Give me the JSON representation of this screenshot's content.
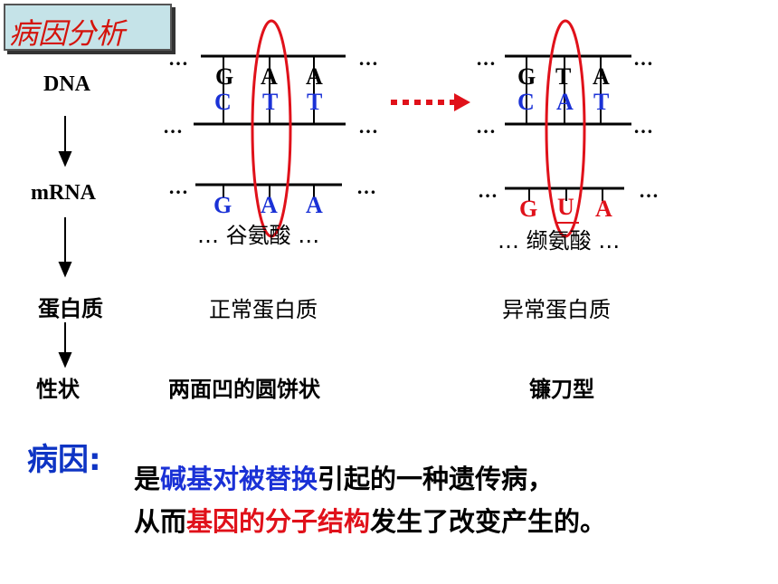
{
  "title": "病因分析",
  "flow_labels": {
    "dna": "DNA",
    "mrna": "mRNA",
    "protein": "蛋白质",
    "trait": "性状"
  },
  "ellipsis": "…",
  "normal": {
    "dna_top": [
      "G",
      "A",
      "A"
    ],
    "dna_bottom": [
      "C",
      "T",
      "T"
    ],
    "mrna": [
      "G",
      "A",
      "A"
    ],
    "amino_acid": "… 谷氨酸 …",
    "protein": "正常蛋白质",
    "trait": "两面凹的圆饼状"
  },
  "abnormal": {
    "dna_top": [
      "G",
      "T",
      "A"
    ],
    "dna_bottom": [
      "C",
      "A",
      "T"
    ],
    "mrna": [
      "G",
      "U",
      "A"
    ],
    "amino_acid": "… 缬氨酸 …",
    "protein": "异常蛋白质",
    "trait": "镰刀型"
  },
  "cause": {
    "label": "病因:",
    "line1_prefix": "是",
    "line1_highlight": "碱基对被替换",
    "line1_suffix": "引起的一种遗传病，",
    "line2_prefix": "从而",
    "line2_highlight": "基因的分子结构",
    "line2_suffix": "发生了改变产生的。"
  },
  "colors": {
    "title_red": "#d4140c",
    "title_bg": "#c5e3e8",
    "base_blue": "#1a31d6",
    "mutation_red": "#e0111a",
    "cause_blue": "#0e34c4"
  }
}
